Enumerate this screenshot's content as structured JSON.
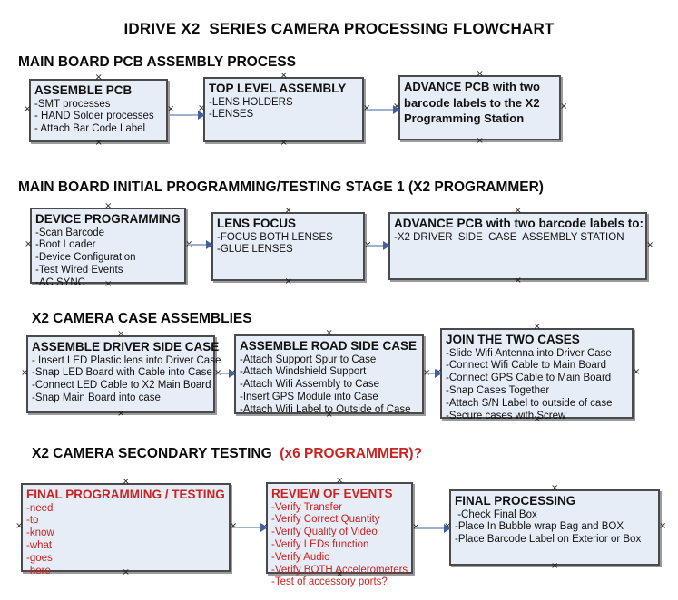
{
  "title": "IDRIVE X2  SERIES CAMERA PROCESSING FLOWCHART",
  "colors": {
    "box_fill": "#e7edf7",
    "box_border": "#4a4a4a",
    "box_shadow": "#9b9b9b",
    "arrow_line": "#9fb1cd",
    "arrow_head": "#41619e",
    "accent_red": "#cc2222",
    "text": "#111111"
  },
  "icons": {
    "connection_handle": "×",
    "arrow_head": "right-triangle"
  },
  "sections": [
    {
      "header": "MAIN BOARD PCB ASSEMBLY PROCESS",
      "boxes": [
        {
          "title": "ASSEMBLE PCB",
          "items": [
            "-SMT processes",
            "- HAND Solder processes",
            "- Attach Bar Code Label"
          ]
        },
        {
          "title": "TOP LEVEL ASSEMBLY",
          "items": [
            "-LENS HOLDERS",
            "-LENSES"
          ]
        },
        {
          "title": "ADVANCE PCB with two barcode labels to the  X2 Programming Station",
          "items": []
        }
      ]
    },
    {
      "header": "MAIN BOARD INITIAL PROGRAMMING/TESTING STAGE 1 (X2 PROGRAMMER)",
      "boxes": [
        {
          "title": "DEVICE PROGRAMMING",
          "items": [
            "-Scan Barcode",
            "-Boot Loader",
            "-Device Configuration",
            "-Test Wired Events",
            "-AC SYNC"
          ]
        },
        {
          "title": "LENS FOCUS",
          "items": [
            "-FOCUS BOTH LENSES",
            "-GLUE LENSES"
          ]
        },
        {
          "title": "ADVANCE PCB with two barcode labels to:",
          "items": [
            "-X2 DRIVER  SIDE  CASE  ASSEMBLY STATION"
          ]
        }
      ]
    },
    {
      "header": "X2 CAMERA CASE ASSEMBLIES",
      "boxes": [
        {
          "title": "ASSEMBLE DRIVER SIDE CASE",
          "items": [
            "- Insert LED Plastic lens into Driver Case",
            "-Snap LED Board with Cable into Case",
            "-Connect LED Cable to X2 Main Board",
            "-Snap Main Board into case"
          ]
        },
        {
          "title": "ASSEMBLE ROAD SIDE CASE",
          "items": [
            "-Attach Support Spur to Case",
            "-Attach Windshield Support",
            "-Attach Wifi Assembly to Case",
            "-Insert GPS Module into Case",
            "-Attach Wifi Label to Outside of Case"
          ]
        },
        {
          "title": "JOIN THE TWO CASES",
          "items": [
            "-Slide Wifi Antenna into Driver Case",
            "-Connect Wifi Cable to Main Board",
            "-Connect GPS Cable to Main Board",
            "-Snap Cases Together",
            "-Attach S/N Label to outside of case",
            "-Secure cases with Screw"
          ]
        }
      ]
    },
    {
      "header": "X2 CAMERA SECONDARY TESTING ",
      "header_red": " (x6 PROGRAMMER)?",
      "boxes": [
        {
          "title": "FINAL PROGRAMMING / TESTING",
          "items": [
            "-need",
            "-to",
            "-know",
            "-what",
            "-goes",
            "-here"
          ]
        },
        {
          "title": "REVIEW OF EVENTS",
          "items": [
            "-Verify Transfer",
            "-Verify Correct Quantity",
            "-Verify Quality of Video",
            "-Verify LEDs function",
            "-Verify Audio",
            "-Verify BOTH Accelerometers",
            "-Test of accessory ports?"
          ]
        },
        {
          "title": "FINAL PROCESSING",
          "items": [
            " -Check Final Box",
            "-Place In Bubble wrap Bag and BOX",
            "-Place Barcode Label on Exterior or Box"
          ]
        }
      ]
    }
  ]
}
